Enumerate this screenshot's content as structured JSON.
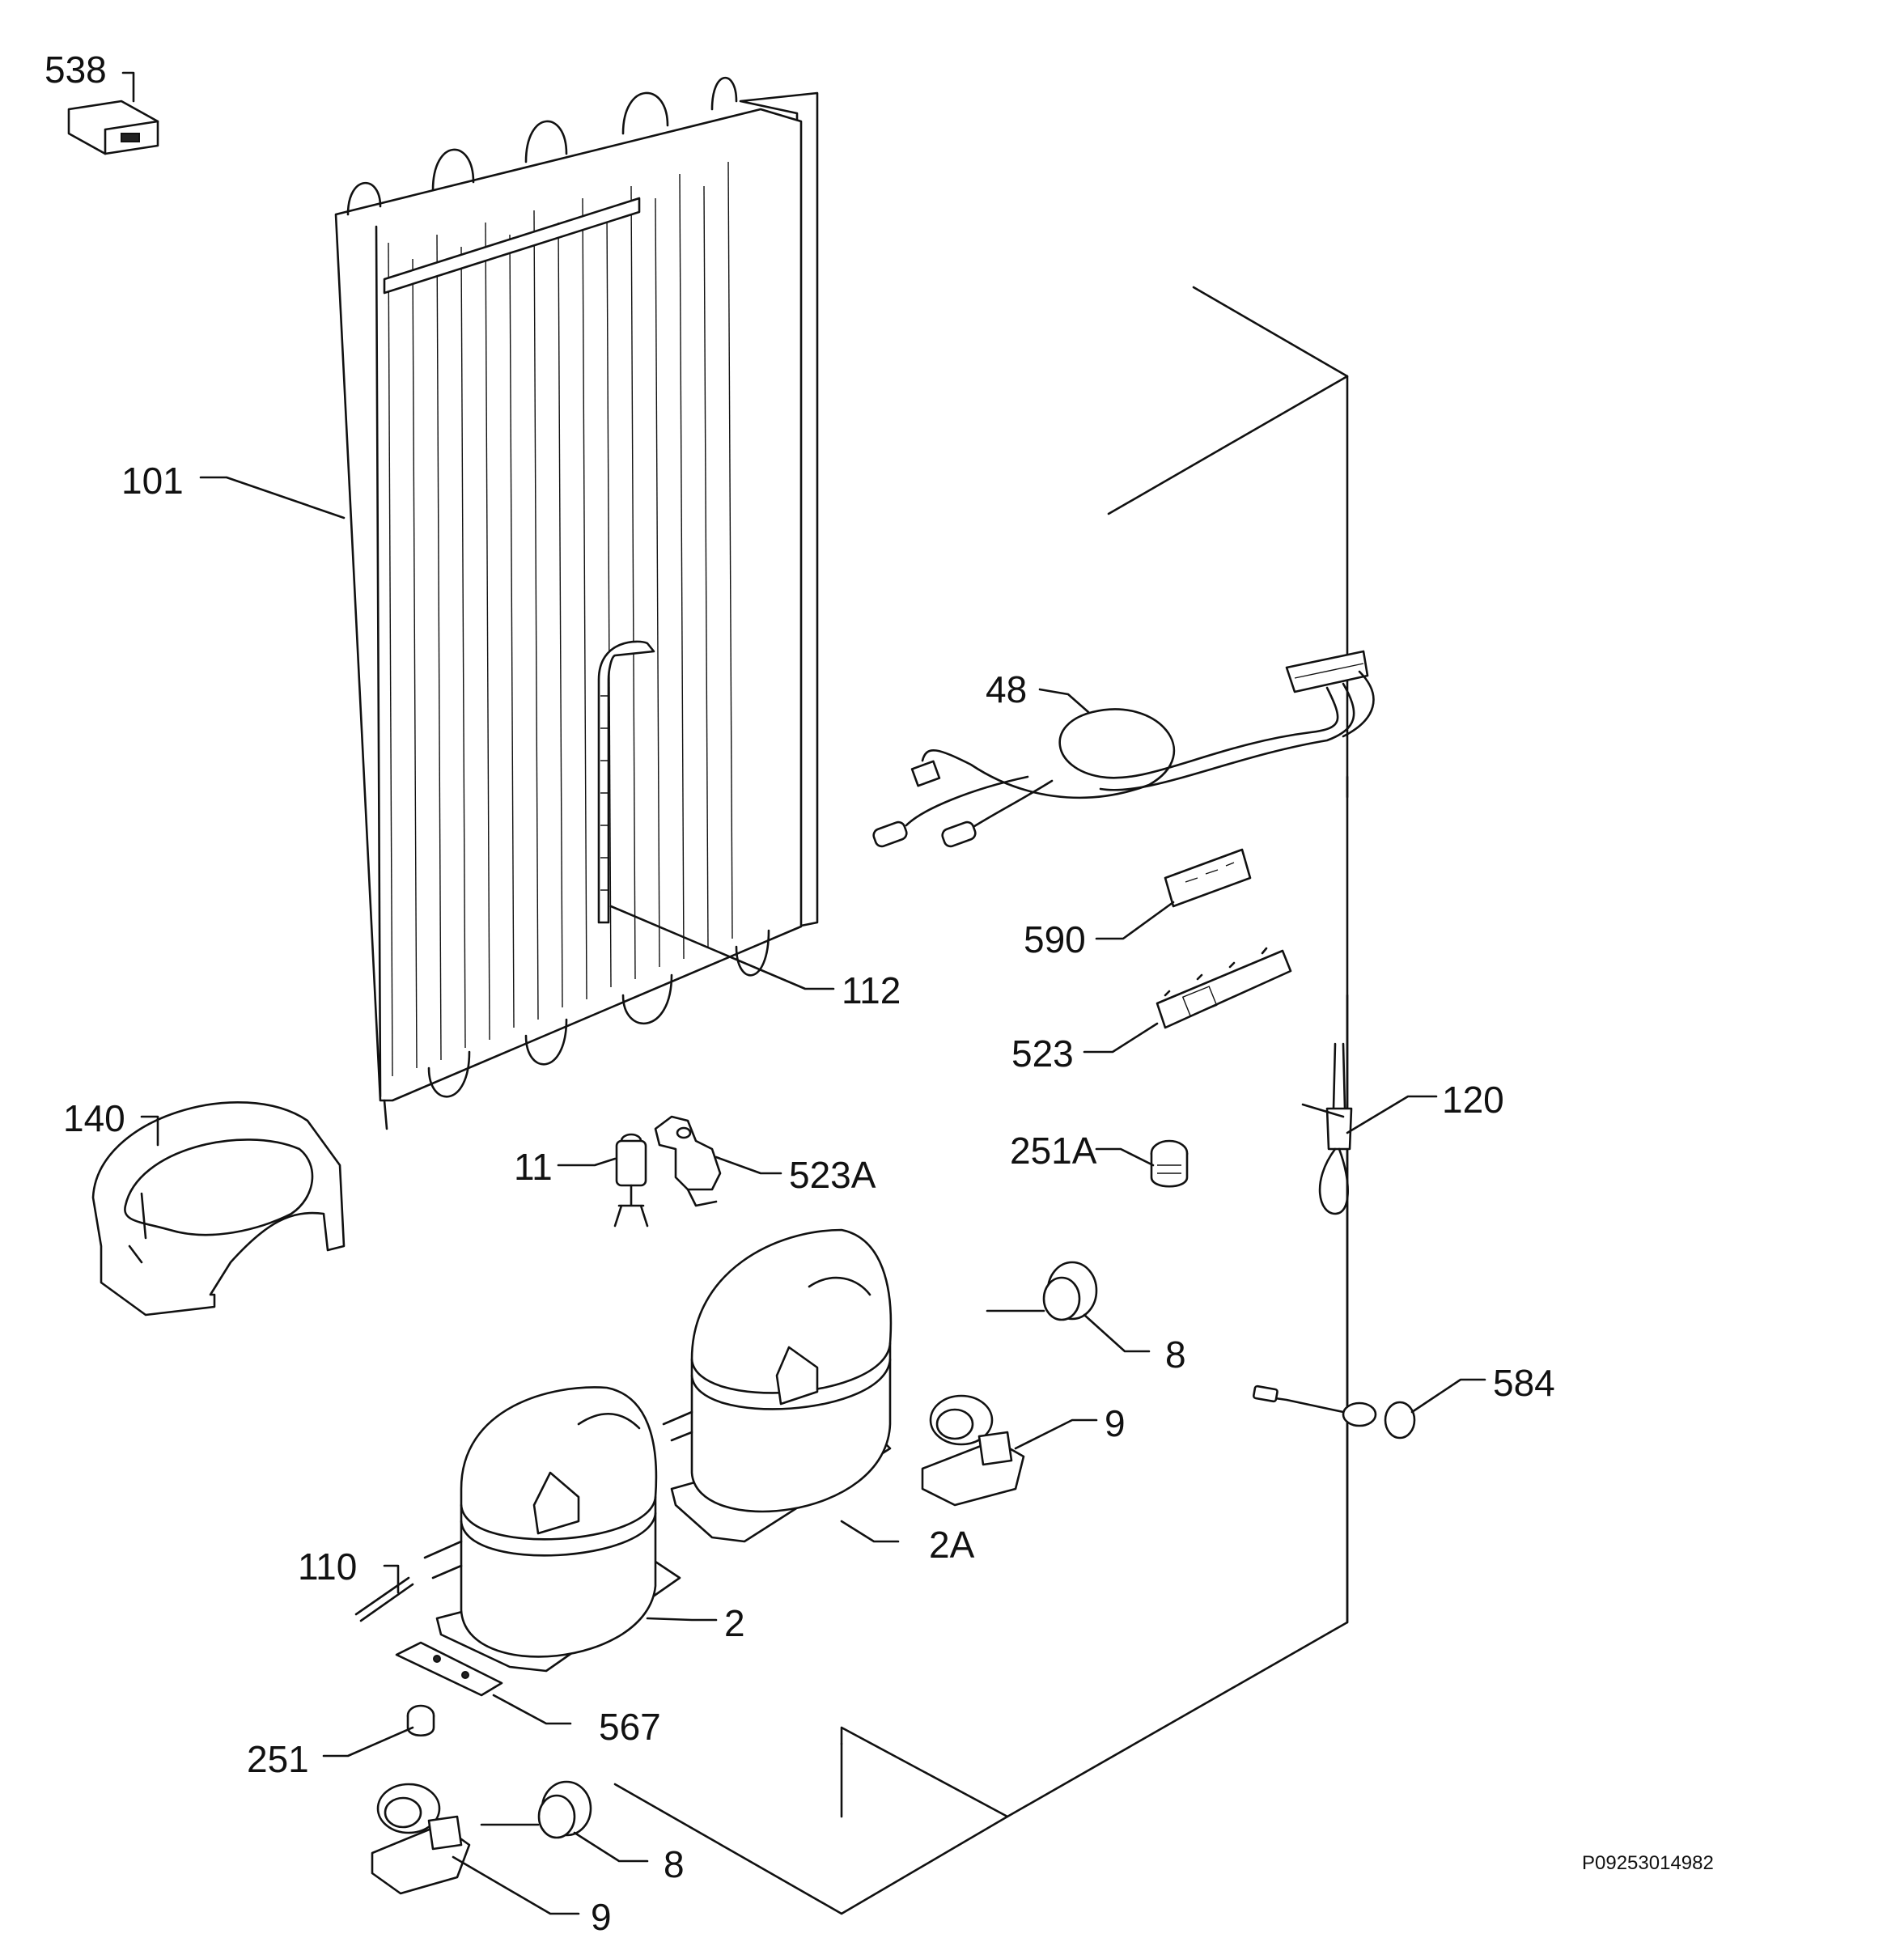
{
  "drawing_code": "P09253014982",
  "callouts": [
    {
      "id": "538",
      "text": "538"
    },
    {
      "id": "101",
      "text": "101"
    },
    {
      "id": "48",
      "text": "48"
    },
    {
      "id": "590",
      "text": "590"
    },
    {
      "id": "112",
      "text": "112"
    },
    {
      "id": "523",
      "text": "523"
    },
    {
      "id": "120",
      "text": "120"
    },
    {
      "id": "140",
      "text": "140"
    },
    {
      "id": "251A",
      "text": "251A"
    },
    {
      "id": "11",
      "text": "11"
    },
    {
      "id": "523A",
      "text": "523A"
    },
    {
      "id": "8a",
      "text": "8"
    },
    {
      "id": "584",
      "text": "584"
    },
    {
      "id": "9a",
      "text": "9"
    },
    {
      "id": "110",
      "text": "110"
    },
    {
      "id": "2A",
      "text": "2A"
    },
    {
      "id": "2",
      "text": "2"
    },
    {
      "id": "567",
      "text": "567"
    },
    {
      "id": "251",
      "text": "251"
    },
    {
      "id": "8b",
      "text": "8"
    },
    {
      "id": "9b",
      "text": "9"
    }
  ]
}
